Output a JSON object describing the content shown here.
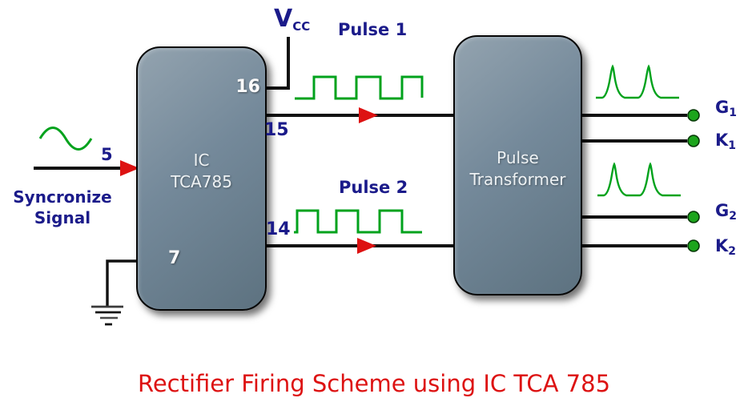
{
  "title": "Rectifier Firing Scheme using IC TCA 785",
  "labels": {
    "vcc_base": "V",
    "vcc_sub": "CC",
    "pulse1": "Pulse 1",
    "pulse2": "Pulse 2",
    "input_pin": "5",
    "sync_line1": "Syncronize",
    "sync_line2": "Signal"
  },
  "ic_block": {
    "name_line1": "IC",
    "name_line2": "TCA785",
    "pin_vcc": "16",
    "pin_pulse1": "15",
    "pin_pulse2": "14",
    "pin_ground": "7"
  },
  "transformer_block": {
    "name_line1": "Pulse",
    "name_line2": "Transformer"
  },
  "outputs": {
    "g1": {
      "base": "G",
      "sub": "1"
    },
    "k1": {
      "base": "K",
      "sub": "1"
    },
    "g2": {
      "base": "G",
      "sub": "2"
    },
    "k2": {
      "base": "K",
      "sub": "2"
    }
  },
  "icons": {
    "input_waveform": "sine-wave",
    "pulse_waveform": "square-wave",
    "output_waveform": "gate-pulse-spikes",
    "ground": "earth-ground",
    "signal_direction": "right-arrow",
    "terminal": "green-dot"
  },
  "colors": {
    "navy": "#1b1b8a",
    "green": "#00a21c",
    "red": "#dd1212",
    "wire": "#111111",
    "block-light": "#93a3af",
    "block-mid": "#74899a",
    "block-dark": "#5d7280",
    "block-text": "#eef2f4",
    "dot": "#1ca51c"
  }
}
